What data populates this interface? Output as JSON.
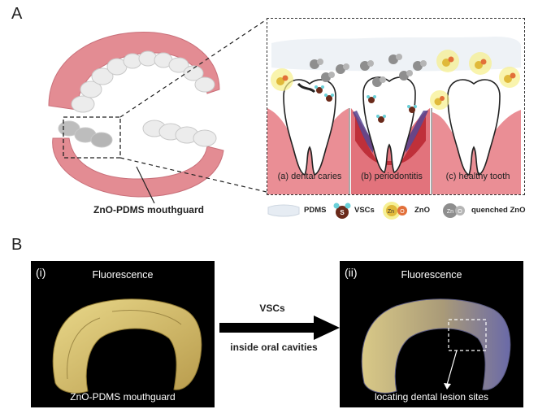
{
  "panel_a": {
    "letter": "A",
    "mouthguard_label": "ZnO-PDMS mouthguard",
    "conditions": [
      {
        "label": "(a) dental caries"
      },
      {
        "label": "(b) periodontitis"
      },
      {
        "label": "(c) healthy tooth"
      }
    ],
    "legend": [
      {
        "label": "PDMS",
        "icon": "pdms-icon"
      },
      {
        "label": "VSCs",
        "icon": "vsc-molecule-icon",
        "glyph": "S"
      },
      {
        "label": "ZnO",
        "icon": "zno-icon",
        "glyph_left": "Zn",
        "glyph_right": "O"
      },
      {
        "label": "quenched ZnO",
        "icon": "quenched-zno-icon",
        "glyph_left": "Zn",
        "glyph_right": "O"
      }
    ],
    "colors": {
      "gum": "#e9858c",
      "zno_glow": "#f4ec7a",
      "zinc": "#e0b93a",
      "oxygen": "#e2703a",
      "quenched": "#9a9a9a",
      "sulfur": "#6a2a1a"
    }
  },
  "panel_b": {
    "letter": "B",
    "left": {
      "tag": "(i)",
      "title": "Fluorescence",
      "caption": "ZnO-PDMS mouthguard"
    },
    "right": {
      "tag": "(ii)",
      "title": "Fluorescence",
      "caption": "locating dental lesion sites"
    },
    "arrow_top": "VSCs",
    "arrow_bottom": "inside oral cavities"
  }
}
